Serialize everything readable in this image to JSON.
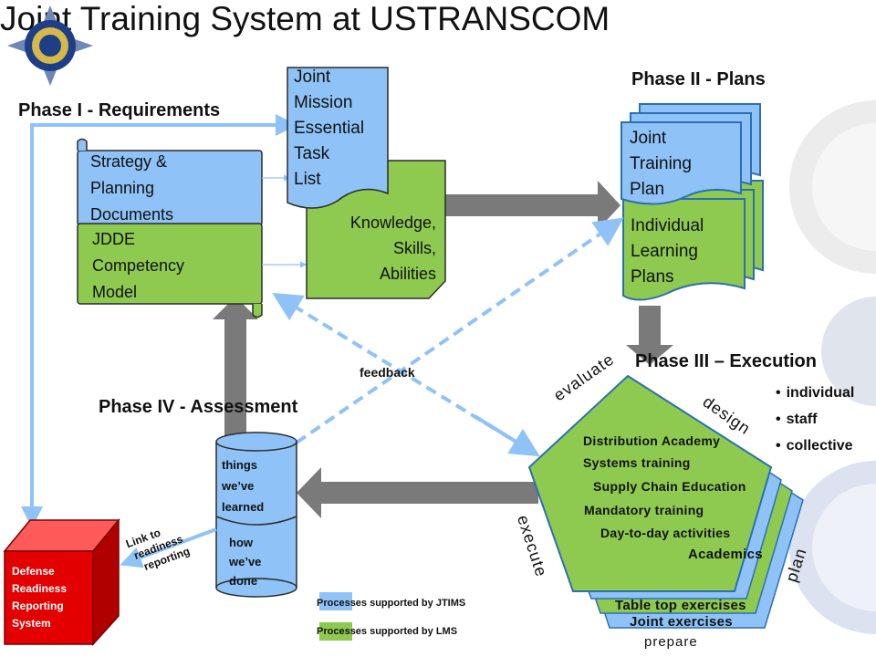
{
  "title": "Joint Training System at USTRANSCOM",
  "phases": {
    "p1": "Phase I - Requirements",
    "p2": "Phase II - Plans",
    "p3": "Phase III – Execution",
    "p4": "Phase IV - Assessment"
  },
  "docs": {
    "strategy": [
      "Strategy &",
      "Planning",
      "Documents"
    ],
    "jdde": [
      "JDDE",
      "Competency",
      "Model"
    ],
    "jmetl": [
      "Joint",
      "Mission",
      "Essential",
      "Task",
      "List"
    ],
    "ksa": [
      "Knowledge,",
      "Skills,",
      "Abilities"
    ],
    "jtp": [
      "Joint",
      "Training",
      "Plan"
    ],
    "ilp": [
      "Individual",
      "Learning",
      "Plans"
    ]
  },
  "feedback": "feedback",
  "cylinder": {
    "top": [
      "things",
      "we’ve",
      "learned"
    ],
    "bottom": [
      "how",
      "we’ve",
      "done"
    ]
  },
  "drrs": [
    "Defense",
    "Readiness",
    "Reporting",
    "System"
  ],
  "link_label": [
    "Link to",
    "readiness",
    "reporting"
  ],
  "cycle": {
    "evaluate": "evaluate",
    "design": "design",
    "execute": "execute",
    "plan": "plan",
    "prepare": "prepare"
  },
  "pentagon_items": [
    "Distribution Academy",
    "Systems training",
    "Supply Chain Education",
    "Mandatory training",
    "Day-to-day activities"
  ],
  "layer_labels": [
    "Academics",
    "Table top exercises",
    "Joint exercises"
  ],
  "execution_levels": [
    "individual",
    "staff",
    "collective"
  ],
  "legend": [
    {
      "label": "Processes supported by JTIMS",
      "color": "#8fc3f7"
    },
    {
      "label": "Processes supported by LMS",
      "color": "#8fca50"
    }
  ]
}
